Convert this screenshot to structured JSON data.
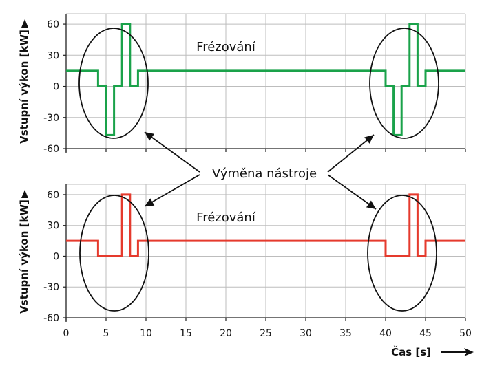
{
  "chart_data": [
    {
      "type": "line",
      "ylabel": "Vstupní výkon [kW]",
      "xlim": [
        0,
        50
      ],
      "ylim": [
        -60,
        70
      ],
      "yticks": [
        60,
        30,
        0,
        -30,
        -60
      ],
      "xticks": [
        0,
        5,
        10,
        15,
        20,
        25,
        30,
        35,
        40,
        45,
        50
      ],
      "grid": true,
      "series": [
        {
          "color": "#1aa24a",
          "x": [
            0,
            4,
            4,
            5,
            5,
            6,
            6,
            7,
            7,
            8,
            8,
            9,
            9,
            40,
            40,
            41,
            41,
            42,
            42,
            43,
            43,
            44,
            44,
            45,
            45,
            50
          ],
          "y": [
            15,
            15,
            0,
            0,
            -47,
            -47,
            0,
            0,
            60,
            60,
            0,
            0,
            15,
            15,
            0,
            0,
            -47,
            -47,
            0,
            0,
            60,
            60,
            0,
            0,
            15,
            15
          ]
        }
      ],
      "annotations": [
        {
          "text": "Frézování",
          "x": 20,
          "y": 38
        }
      ]
    },
    {
      "type": "line",
      "ylabel": "Vstupní výkon [kW]",
      "xlabel": "Čas [s]",
      "xlim": [
        0,
        50
      ],
      "ylim": [
        -60,
        70
      ],
      "yticks": [
        60,
        30,
        0,
        -30,
        -60
      ],
      "xticks": [
        0,
        5,
        10,
        15,
        20,
        25,
        30,
        35,
        40,
        45,
        50
      ],
      "grid": true,
      "series": [
        {
          "color": "#e53a2d",
          "x": [
            0,
            4,
            4,
            7,
            7,
            8,
            8,
            9,
            9,
            40,
            40,
            43,
            43,
            44,
            44,
            45,
            45,
            50
          ],
          "y": [
            15,
            15,
            0,
            0,
            60,
            60,
            0,
            0,
            15,
            15,
            0,
            0,
            60,
            60,
            0,
            0,
            15,
            15
          ]
        }
      ],
      "annotations": [
        {
          "text": "Frézování",
          "x": 20,
          "y": 38
        }
      ]
    }
  ],
  "shared_annotation": "Výměna nástroje"
}
